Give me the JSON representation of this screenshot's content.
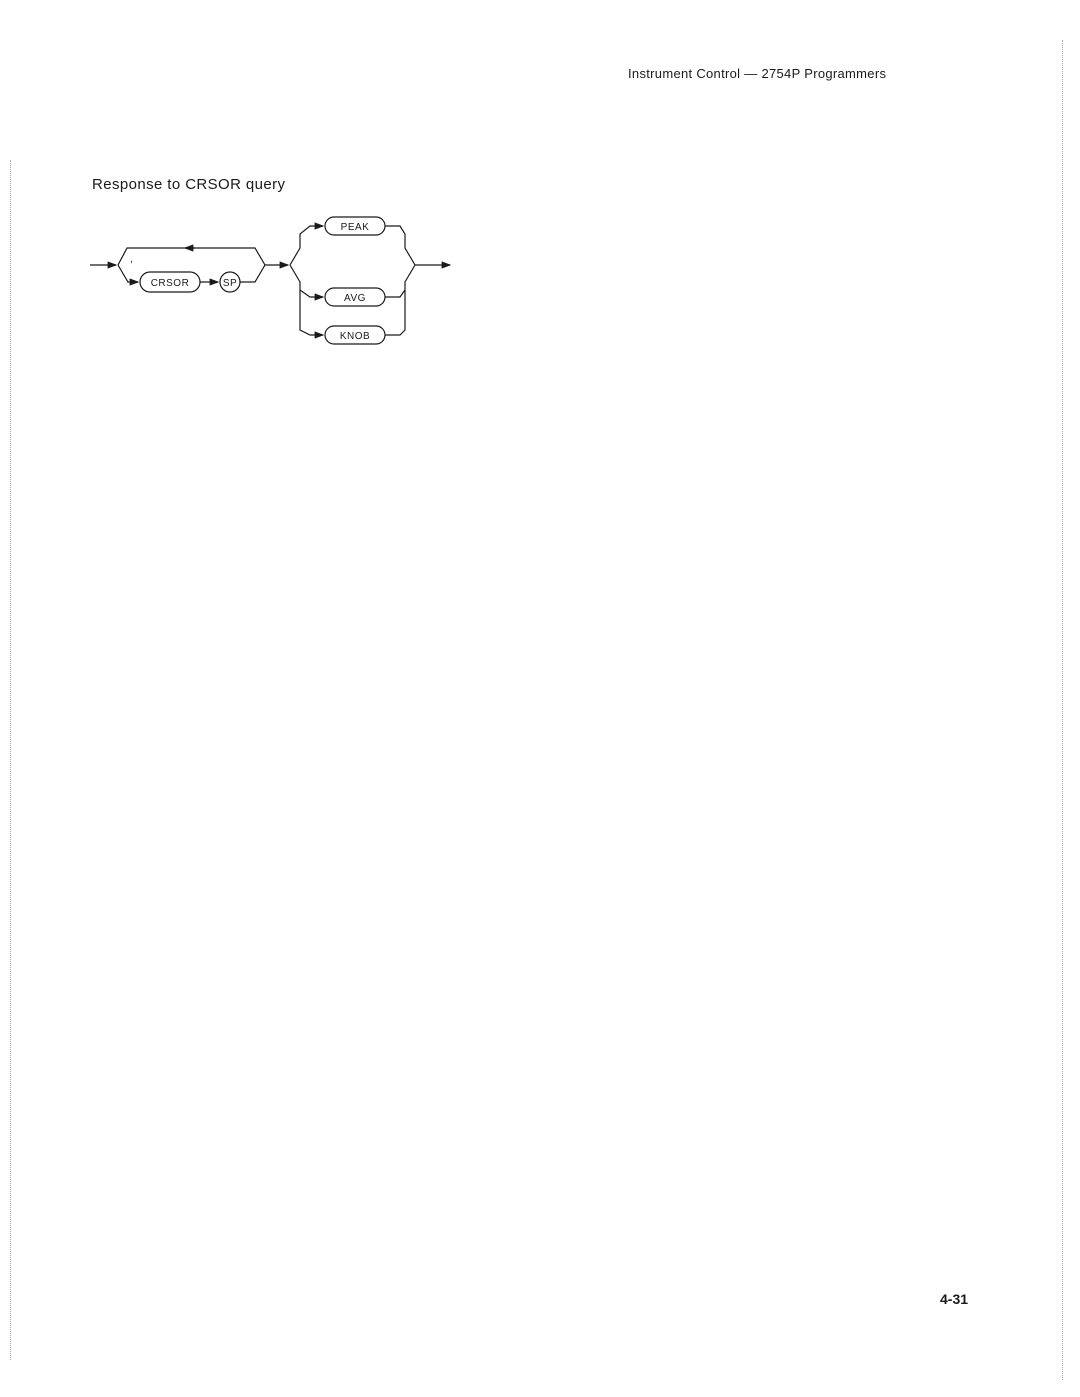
{
  "header": {
    "text": "Instrument Control — 2754P Programmers"
  },
  "section": {
    "title": "Response to CRSOR query"
  },
  "diagram": {
    "separator": ",",
    "keyword": "CRSOR",
    "space": "SP",
    "options": [
      "PEAK",
      "AVG",
      "KNOB"
    ]
  },
  "footer": {
    "page_number": "4-31"
  }
}
